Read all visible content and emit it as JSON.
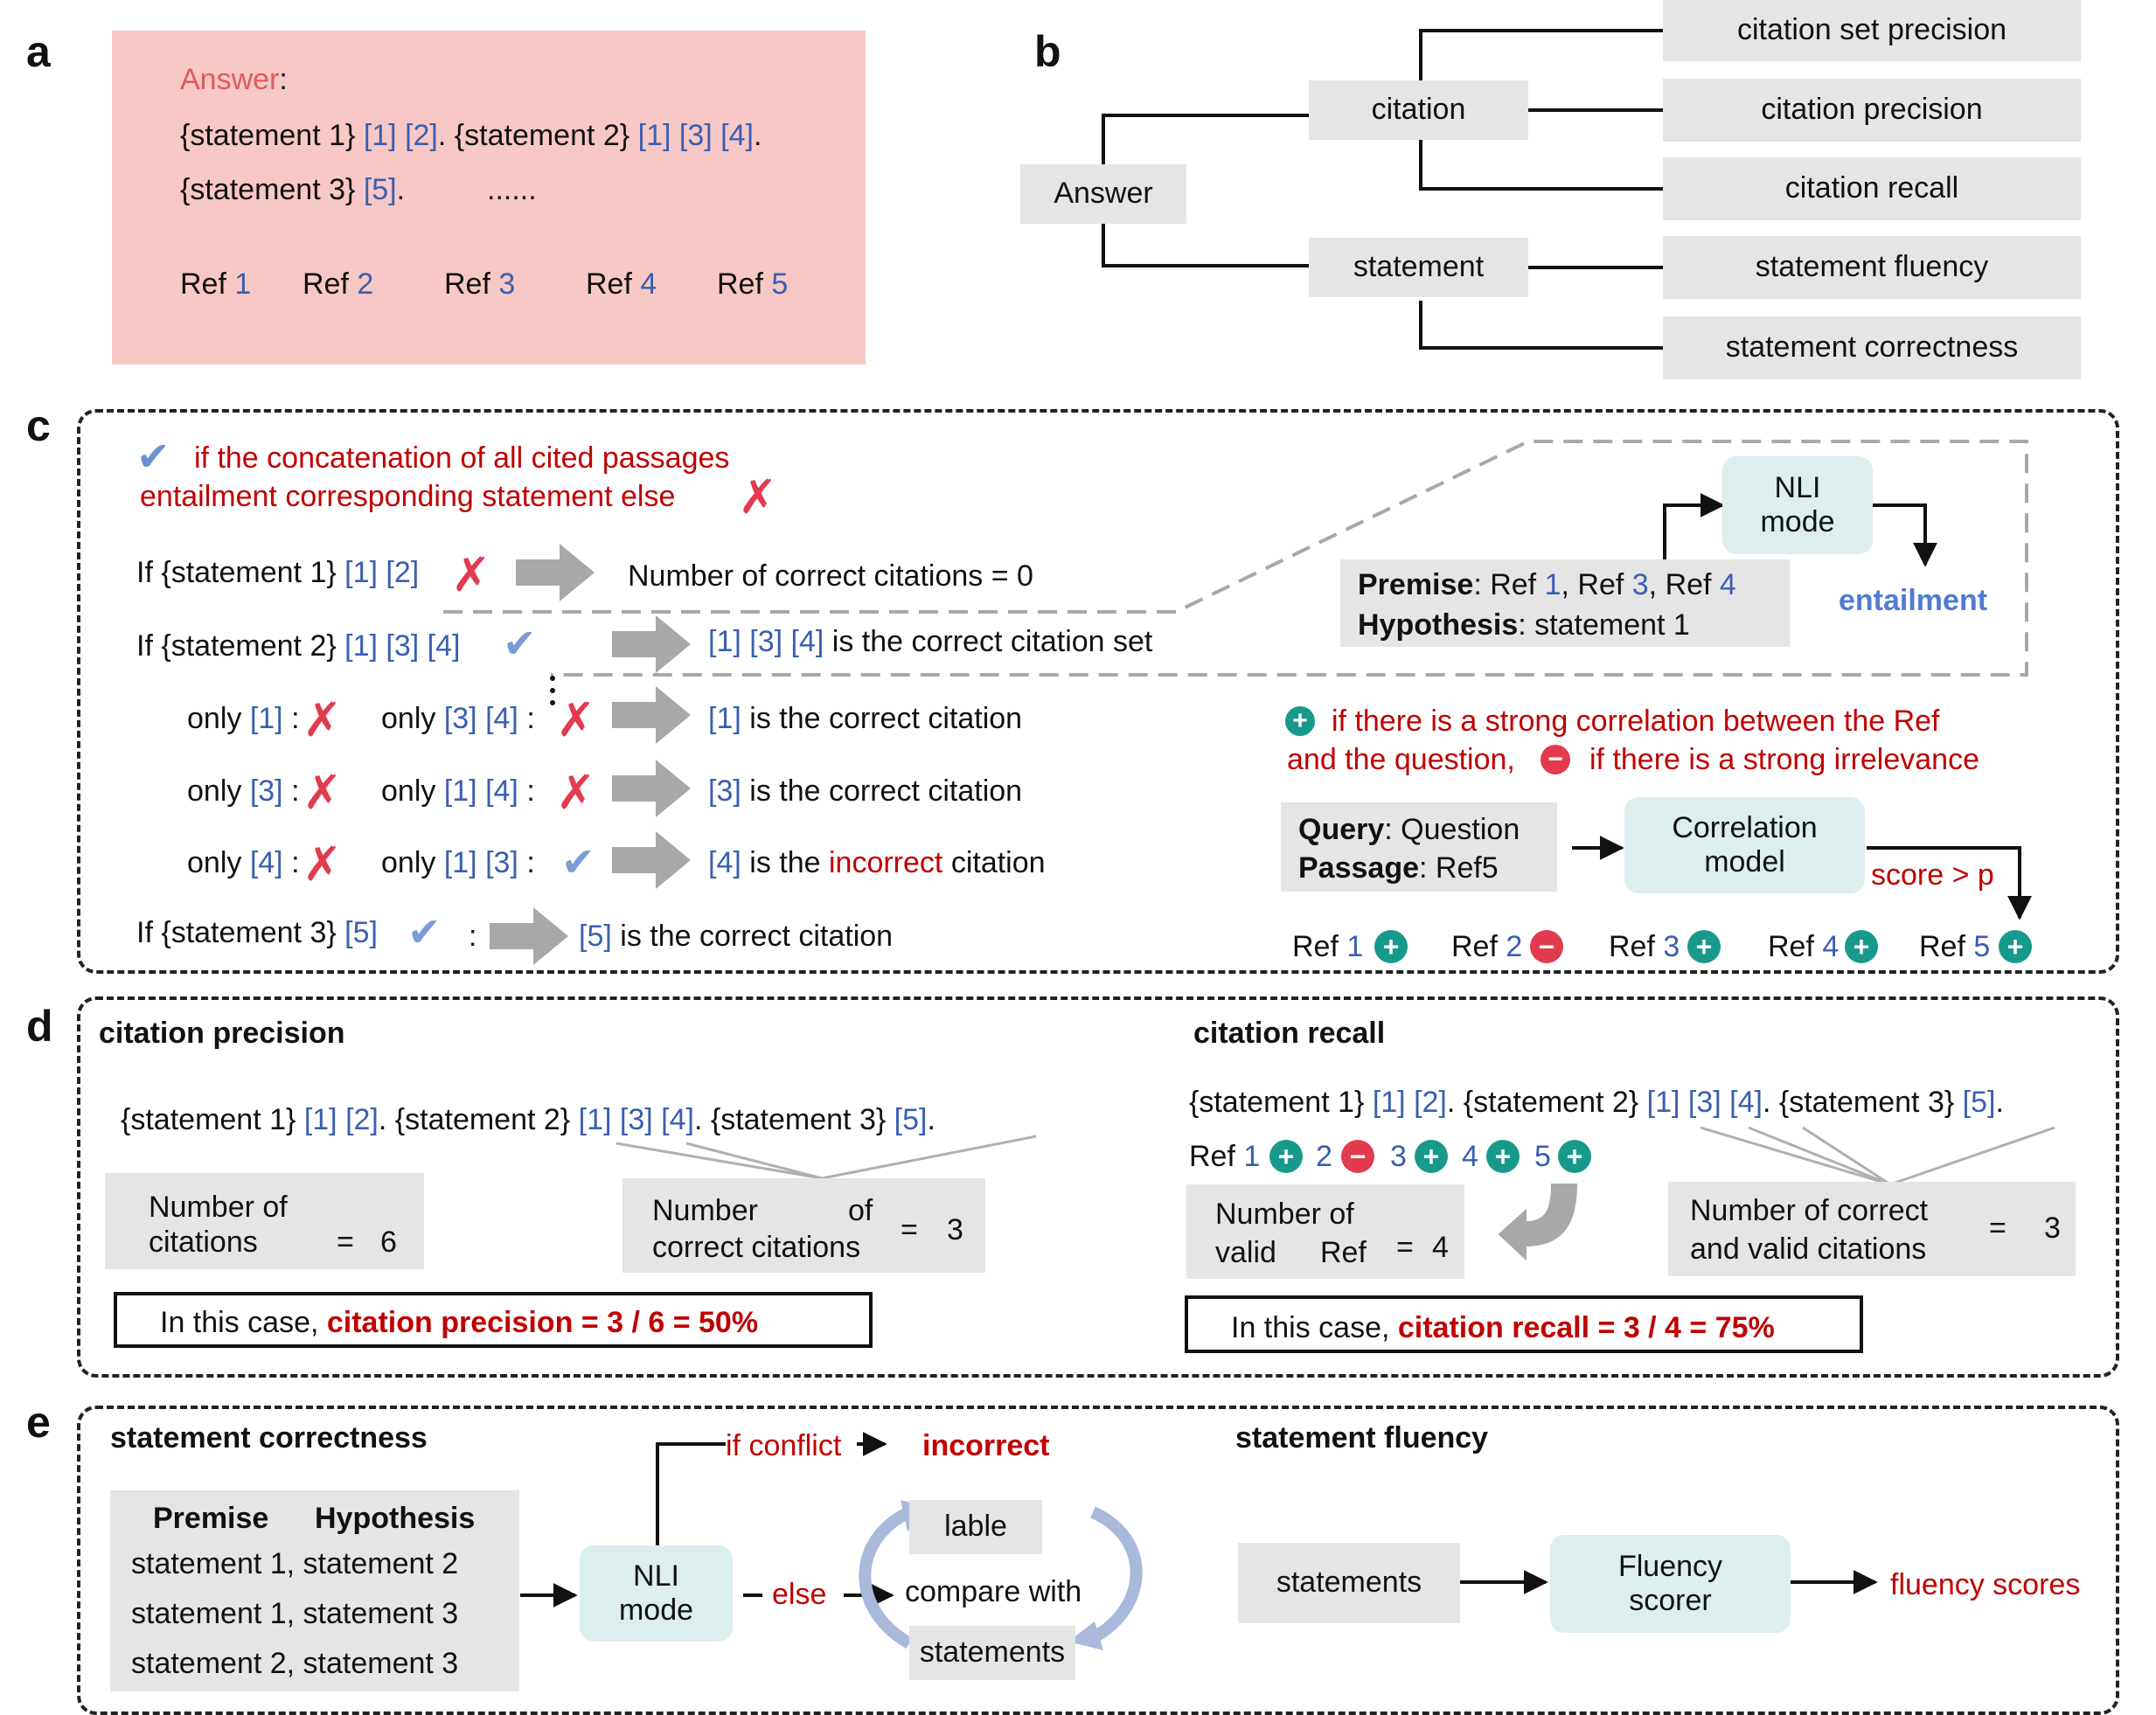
{
  "panels": {
    "a": "a",
    "b": "b",
    "c": "c",
    "d": "d",
    "e": "e"
  },
  "a": {
    "answer_label": "Answer",
    "colon": ":",
    "s1": "{statement 1}",
    "c1": "[1] [2]",
    "p1": ".",
    "s2": "{statement 2}",
    "c2": "[1] [3] [4]",
    "p2": ".",
    "s3": "{statement 3}",
    "c3": "[5]",
    "p3": ".",
    "dots": "......",
    "refs": [
      {
        "word": "Ref",
        "num": "1"
      },
      {
        "word": "Ref",
        "num": "2"
      },
      {
        "word": "Ref",
        "num": "3"
      },
      {
        "word": "Ref",
        "num": "4"
      },
      {
        "word": "Ref",
        "num": "5"
      }
    ]
  },
  "b": {
    "answer": "Answer",
    "citation": "citation",
    "statement": "statement",
    "leaves": [
      "citation set precision",
      "citation precision",
      "citation recall",
      "statement fluency",
      "statement correctness"
    ]
  },
  "c": {
    "rule_line1": "if the concatenation of all cited passages",
    "rule_line2": "entailment corresponding statement else",
    "row1_a": "If {statement 1}",
    "row1_b": "[1] [2]",
    "row1_result": "Number of correct citations = 0",
    "row2_a": "If {statement 2}",
    "row2_b": "[1] [3] [4]",
    "row2_result_a": "[1] [3] [4]",
    "row2_result_b": "is the correct citation set",
    "only": "only",
    "o1a": "[1]",
    "o1b": "[3] [4]",
    "o1r": "[1]",
    "o1t": "is the  correct  citation",
    "o2a": "[3]",
    "o2b": "[1] [4]",
    "o2r": "[3]",
    "o2t": "is the  correct  citation",
    "o3a": "[4]",
    "o3b": "[1] [3]",
    "o3r": "[4]",
    "o3t1": "is the",
    "o3t2": "incorrect",
    "o3t3": "citation",
    "row6_a": "If {statement 3}",
    "row6_b": "[5]",
    "row6_result_a": "[5]",
    "row6_result_b": "is the correct citation",
    "colon": ":",
    "nli_mode": "NLI\nmode",
    "premise_label": "Premise",
    "premise_rest": ": Ref ",
    "premise_n1": "1",
    "premise_sep1": ", Ref ",
    "premise_n2": "3",
    "premise_sep2": ", Ref ",
    "premise_n3": "4",
    "hypothesis_label": "Hypothesis",
    "hypothesis_rest": ": statement 1",
    "entailment": "entailment",
    "corr_line1": "if there is a strong correlation between the Ref",
    "corr_line2a": "and the question,",
    "corr_line2b": "if there is a strong irrelevance",
    "query_label": "Query",
    "query_rest": ": Question",
    "passage_label": "Passage",
    "passage_rest": ": Ref5",
    "correlation_model": "Correlation\nmodel",
    "score": "score > p",
    "refs": [
      {
        "word": "Ref",
        "num": "1",
        "sign": "plus"
      },
      {
        "word": "Ref",
        "num": "2",
        "sign": "minus"
      },
      {
        "word": "Ref",
        "num": "3",
        "sign": "plus"
      },
      {
        "word": "Ref",
        "num": "4",
        "sign": "plus"
      },
      {
        "word": "Ref",
        "num": "5",
        "sign": "plus"
      }
    ]
  },
  "d": {
    "precision_title": "citation precision",
    "recall_title": "citation recall",
    "seq_s1": "{statement 1}",
    "seq_c1": "[1] [2]",
    "seq_p1": ".",
    "seq_s2": "{statement 2}",
    "seq_c2": "[1] [3] [4]",
    "seq_p2": ".",
    "seq_s3": "{statement 3}",
    "seq_c3": "[5]",
    "seq_p3": ".",
    "num_citations_1": "Number  of",
    "num_citations_2": "citations",
    "num_citations_eq": "=",
    "num_citations_val": "6",
    "num_correct_1a": "Number",
    "num_correct_1b": "of",
    "num_correct_2": "correct citations",
    "num_correct_eq": "=",
    "num_correct_val": "3",
    "prec_case": "In this case,",
    "prec_formula": "citation precision = 3 / 6 = 50%",
    "ref_row": {
      "ref": "Ref",
      "n1": "1",
      "n2": "2",
      "n3": "3",
      "n4": "4",
      "n5": "5"
    },
    "valid_1": "Number of",
    "valid_2a": "valid",
    "valid_2b": "Ref",
    "valid_eq": "=",
    "valid_val": "4",
    "cv_1": "Number of correct",
    "cv_2": "and valid citations",
    "cv_eq": "=",
    "cv_val": "3",
    "rec_case": "In this case,",
    "rec_formula": "citation recall = 3 / 4 = 75%"
  },
  "e": {
    "correctness_title": "statement correctness",
    "premise": "Premise",
    "hypothesis": "Hypothesis",
    "pairs": [
      "statement 1, statement 2",
      "statement 1, statement 3",
      "statement 2, statement 3"
    ],
    "nli_mode": "NLI\nmode",
    "if_conflict": "if conflict",
    "incorrect": "incorrect",
    "else": "else",
    "lable": "lable",
    "compare_with": "compare with",
    "statements_box": "statements",
    "fluency_title": "statement fluency",
    "statements": "statements",
    "fluency_scorer": "Fluency\nscorer",
    "fluency_scores": "fluency scores"
  },
  "colors": {
    "red": "#c00000",
    "blue": "#3a5fb0",
    "pink_box": "#f8c8c6",
    "gray": "#e5e5e5",
    "teal_box": "#dceeed",
    "teal_icon": "#17998b",
    "x_red": "#e23a4e",
    "check_blue": "#7a9bd6"
  }
}
